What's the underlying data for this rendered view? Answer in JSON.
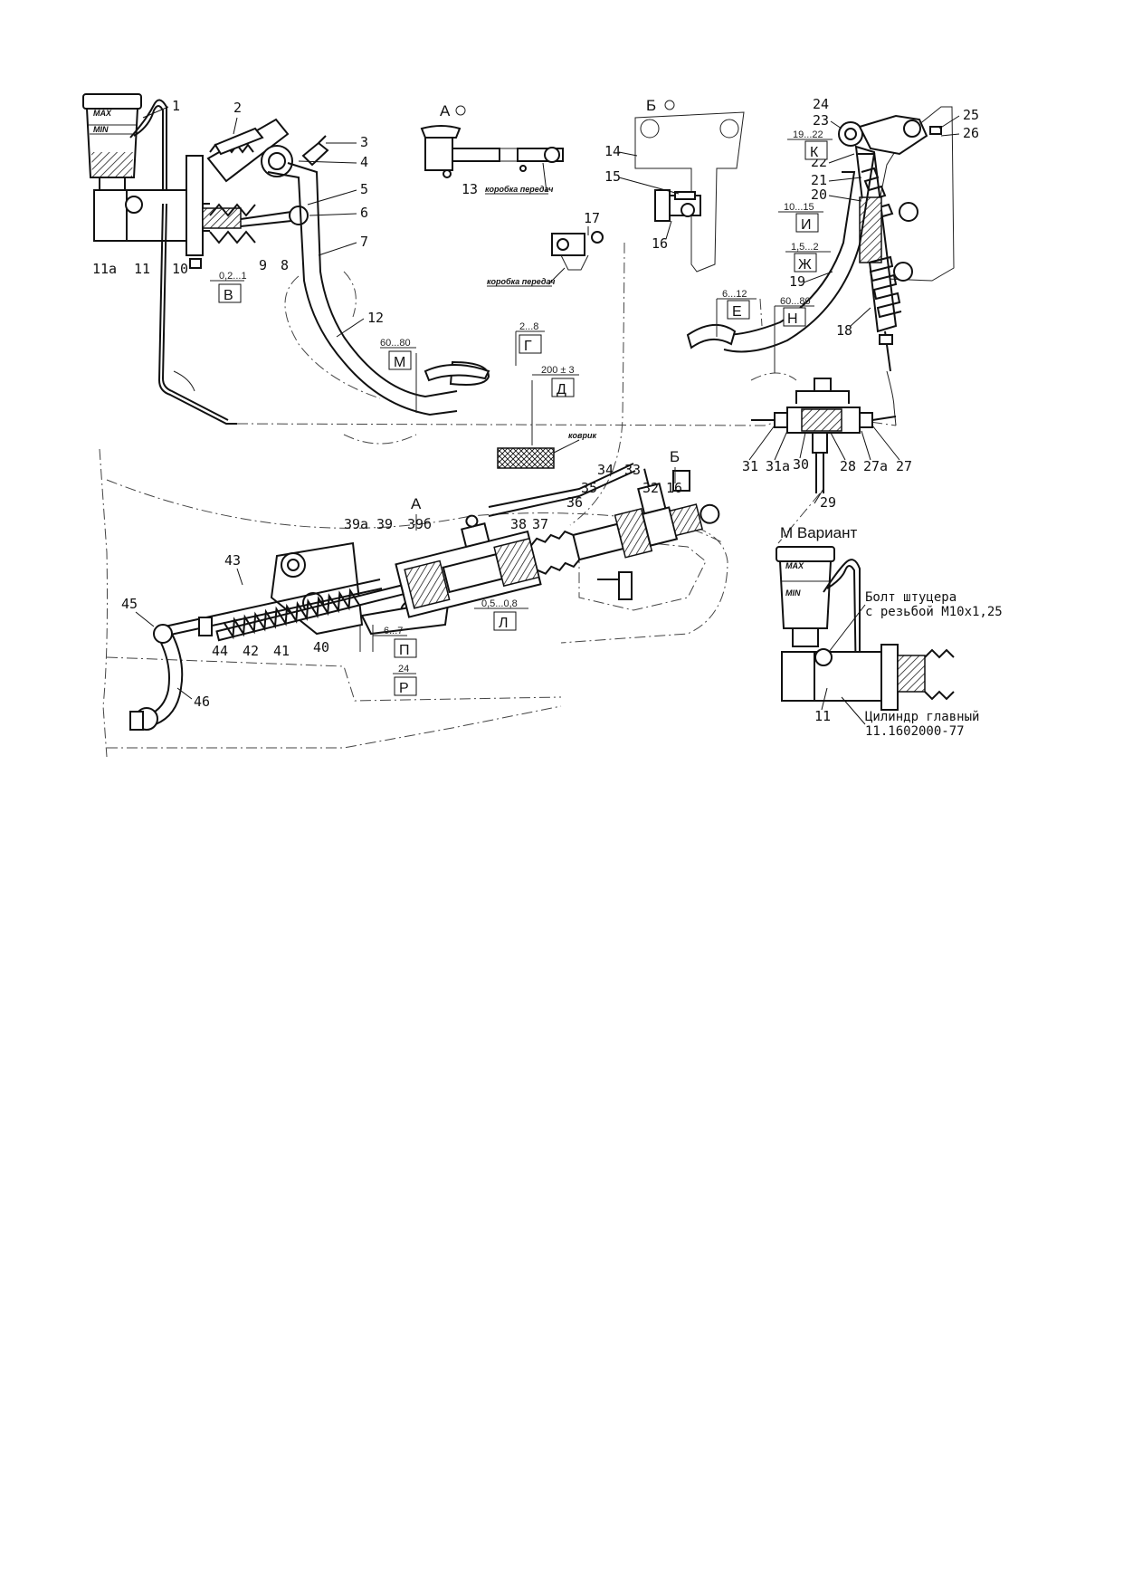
{
  "callouts": {
    "c1": "1",
    "c2": "2",
    "c3": "3",
    "c4": "4",
    "c5": "5",
    "c6": "6",
    "c7": "7",
    "c8": "8",
    "c9": "9",
    "c10": "10",
    "c11": "11",
    "c11a": "11а",
    "c12": "12",
    "c13": "13",
    "c14": "14",
    "c15": "15",
    "c16a": "16",
    "c16b": "16",
    "c17": "17",
    "c18": "18",
    "c19": "19",
    "c20": "20",
    "c21": "21",
    "c22": "22",
    "c23": "23",
    "c24": "24",
    "c25": "25",
    "c26": "26",
    "c27": "27",
    "c27a": "27а",
    "c28": "28",
    "c29": "29",
    "c30": "30",
    "c31": "31",
    "c31a": "31а",
    "c32": "32",
    "c33": "33",
    "c34": "34",
    "c35": "35",
    "c36": "36",
    "c37": "37",
    "c38": "38",
    "c39": "39",
    "c39a": "39а",
    "c39b": "39б",
    "c40": "40",
    "c41": "41",
    "c42": "42",
    "c43": "43",
    "c44": "44",
    "c45": "45",
    "c46": "46",
    "c11v": "11"
  },
  "views": {
    "a_view": "А",
    "b_view": "Б",
    "a_mark": "А",
    "b_mark": "Б",
    "m_variant": "М Вариант"
  },
  "dimensions": {
    "v_val": "0,2...1",
    "v_key": "В",
    "m_val": "60...80",
    "m_key": "М",
    "g_val": "2...8",
    "g_key": "Г",
    "d_val": "200 ± 3",
    "d_key": "Д",
    "e_val": "6...12",
    "e_key": "Е",
    "n_val": "60...80",
    "n_key": "Н",
    "k_val": "19...22",
    "k_key": "К",
    "i_val": "10...15",
    "i_key": "И",
    "zh_val": "1,5...2",
    "zh_key": "Ж",
    "l_val": "0,5...0,8",
    "l_key": "Л",
    "p_val": "6...7",
    "p_key": "П",
    "r_val": "24",
    "r_key": "Р"
  },
  "labels": {
    "gearbox_1": "коробка передач",
    "gearbox_2": "коробка передач",
    "carpet": "коврик",
    "max_1": "MAX",
    "min_1": "MIN",
    "max_2": "MAX",
    "min_2": "MIN",
    "bolt_note_1": "Болт штуцера",
    "bolt_note_2": "с резьбой М10х1,25",
    "cyl_note_1": "Цилиндр главный",
    "cyl_note_2": "11.1602000-77"
  }
}
